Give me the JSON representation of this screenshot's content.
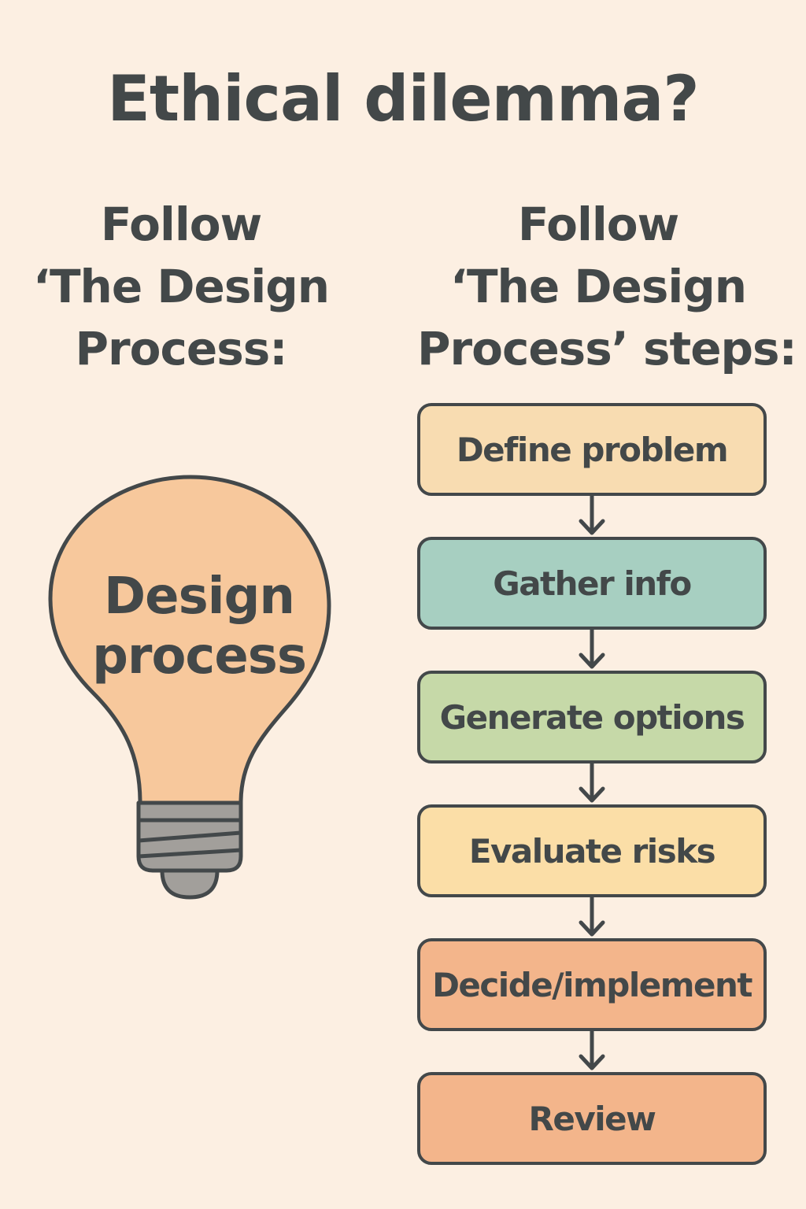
{
  "title": "Ethical dilemma?",
  "left_heading": {
    "line1": "Follow",
    "line2": "‘The Design",
    "line3": "Process:"
  },
  "right_heading": {
    "line1": "Follow",
    "line2": "‘The Design",
    "line3": "Process’ steps:"
  },
  "bulb": {
    "line1": "Design",
    "line2": "process",
    "fill_color": "#f7c89c",
    "base_color": "#a29f9b"
  },
  "steps": [
    {
      "label": "Define problem",
      "color": "#f8dcb1"
    },
    {
      "label": "Gather info",
      "color": "#a7cfc1"
    },
    {
      "label": "Generate options",
      "color": "#c6d9a8"
    },
    {
      "label": "Evaluate risks",
      "color": "#fbdea7"
    },
    {
      "label": "Decide/implement",
      "color": "#f3b58b"
    },
    {
      "label": "Review",
      "color": "#f3b58b"
    }
  ],
  "colors": {
    "background": "#fcefe2",
    "outline": "#43484a",
    "text": "#434849"
  }
}
